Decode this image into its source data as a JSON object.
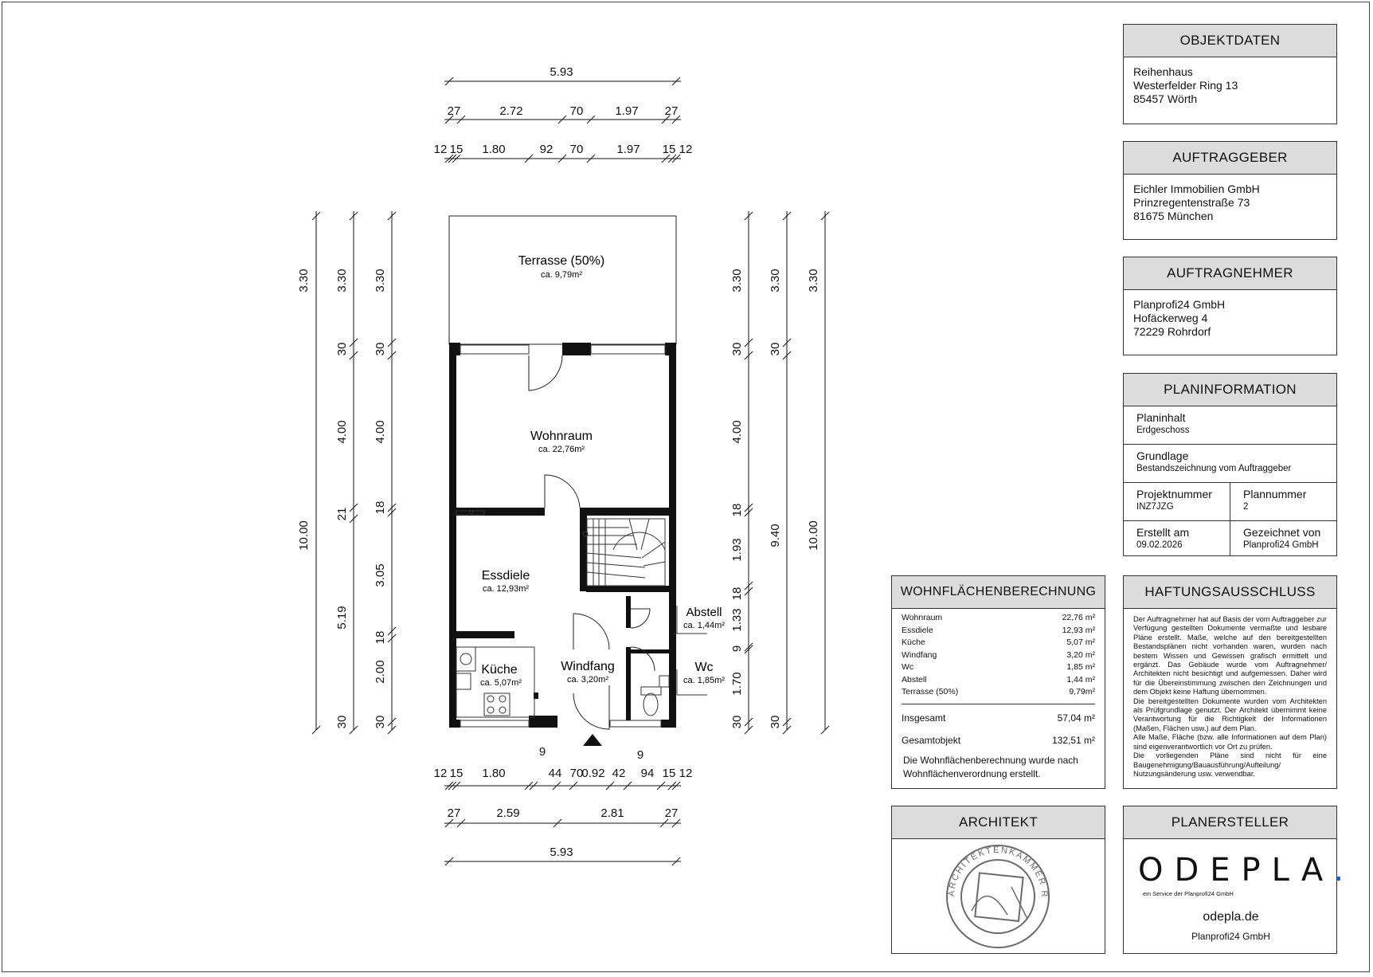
{
  "dimensions": {
    "top": {
      "row1": [
        "5.93"
      ],
      "row2": [
        "27",
        "2.72",
        "70",
        "1.97",
        "27"
      ],
      "row3": [
        "12",
        "15",
        "1.80",
        "92",
        "70",
        "1.97",
        "15",
        "12"
      ]
    },
    "bottom": {
      "row1": [
        "12",
        "15",
        "1.80",
        "9",
        "70",
        "44",
        "0.92",
        "42",
        "9",
        "94",
        "15",
        "12"
      ],
      "row2": [
        "27",
        "2.59",
        "2.81",
        "27"
      ],
      "row3": [
        "5.93"
      ]
    },
    "left": {
      "col1": [
        "3.30",
        "10.00"
      ],
      "col2": [
        "3.30",
        "30",
        "4.00",
        "21",
        "5.19",
        "30"
      ],
      "col3": [
        "3.30",
        "30",
        "4.00",
        "18",
        "3.05",
        "18",
        "2.00",
        "30"
      ]
    },
    "right": {
      "col1": [
        "3.30",
        "30",
        "4.00",
        "18",
        "1.93",
        "18",
        "1.33",
        "9",
        "1.70",
        "30"
      ],
      "col2": [
        "3.30",
        "30",
        "9.40",
        "30"
      ],
      "col3": [
        "3.30",
        "10.00"
      ]
    }
  },
  "rooms": [
    {
      "name": "Terrasse (50%)",
      "area": "ca. 9,79m²"
    },
    {
      "name": "Wohnraum",
      "area": "ca. 22,76m²"
    },
    {
      "name": "Essdiele",
      "area": "ca. 12,93m²"
    },
    {
      "name": "Küche",
      "area": "ca. 5,07m²"
    },
    {
      "name": "Windfang",
      "area": "ca. 3,20m²"
    },
    {
      "name": "Abstell",
      "area": "ca. 1,44m²"
    },
    {
      "name": "Wc",
      "area": "ca. 1,85m²"
    }
  ],
  "objektdaten": {
    "title": "OBJEKTDATEN",
    "line1": "Reihenhaus",
    "line2": "Westerfelder Ring 13",
    "line3": "85457 Wörth"
  },
  "auftraggeber": {
    "title": "AUFTRAGGEBER",
    "line1": "Eichler Immobilien GmbH",
    "line2": "Prinzregentenstraße 73",
    "line3": "81675 München"
  },
  "auftragnehmer": {
    "title": "AUFTRAGNEHMER",
    "line1": "Planprofi24 GmbH",
    "line2": "Hofäckerweg 4",
    "line3": "72229 Rohrdorf"
  },
  "planinfo": {
    "title": "PLANINFORMATION",
    "planinhalt_label": "Planinhalt",
    "planinhalt": "Erdgeschoss",
    "grundlage_label": "Grundlage",
    "grundlage": "Bestandszeichnung vom Auftraggeber",
    "projektnummer_label": "Projektnummer",
    "projektnummer": "INZ7JZG",
    "plannummer_label": "Plannummer",
    "plannummer": "2",
    "erstellt_label": "Erstellt am",
    "erstellt": "09.02.2026",
    "gezeichnet_label": "Gezeichnet von",
    "gezeichnet": "Planprofi24 GmbH"
  },
  "wohnflaeche": {
    "title": "WOHNFLÄCHENBERECHNUNG",
    "rows": [
      {
        "label": "Wohnraum",
        "value": "22,76 m²"
      },
      {
        "label": "Essdiele",
        "value": "12,93 m²"
      },
      {
        "label": "Küche",
        "value": "5,07 m²"
      },
      {
        "label": "Windfang",
        "value": "3,20 m²"
      },
      {
        "label": "Wc",
        "value": "1,85 m²"
      },
      {
        "label": "Abstell",
        "value": "1,44 m²"
      },
      {
        "label": "Terrasse (50%)",
        "value": "9,79m²"
      }
    ],
    "insgesamt_label": "Insgesamt",
    "insgesamt": "57,04 m²",
    "gesamt_label": "Gesamtobjekt",
    "gesamt": "132,51 m²",
    "note": "Die Wohnflächenberechnung wurde nach Wohnflächenverordnung erstellt."
  },
  "haftung": {
    "title": "HAFTUNGSAUSSCHLUSS",
    "p1": "Der Auftragnehmer hat auf Basis der vom Auftraggeber zur Verfügung gestellten Dokumente vermaßte und lesbare Pläne erstellt. Maße, welche auf den bereitgestellten Bestandsplänen nicht vorhanden waren, wurden nach bestem Wissen und Gewissen grafisch ermittelt und ergänzt. Das Gebäude wurde vom Auftragnehmer/ Architekten nicht besichtigt und aufgemessen. Daher wird für die Übereinstimmung zwischen den Zeichnungen und dem Objekt keine Haftung übernommen.",
    "p2": "Die bereitgestellten Dokumente wurden vom Architekten als Prüfgrundlage genutzt. Der Architekt übernimmt keine Verantwortung für die Richtigkeit der Informationen (Maßen, Flächen usw.) auf dem Plan.",
    "p3": "Alle Maße, Fläche (bzw. alle Informationen auf dem Plan) sind eigenverantwortlich vor Ort zu prüfen.",
    "p4": "Die vorliegenden Pläne sind nicht für eine Baugenehmigung/Bauausführung/Aufteilung/ Nutzungsänderung usw. verwendbar."
  },
  "architekt": {
    "title": "ARCHITEKT",
    "stamp_text": "ARCHITEKTENKAMMER RHEINLAND-PFALZ"
  },
  "planersteller": {
    "title": "PLANERSTELLER",
    "logo": "ODEPLA",
    "logo_dot": ".",
    "tagline": "ein Service der Planprofi24 GmbH",
    "url": "odepla.de",
    "company": "Planprofi24 GmbH",
    "accent": "#1e5bd8"
  }
}
